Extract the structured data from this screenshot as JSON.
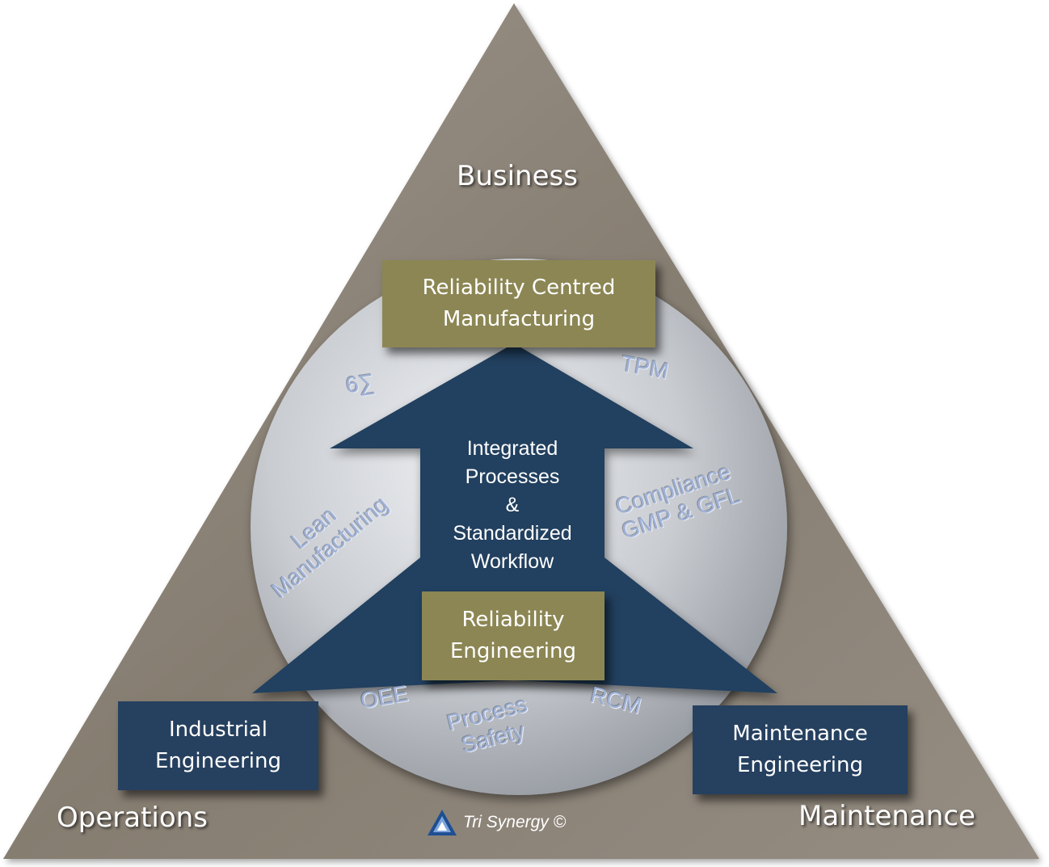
{
  "corners": {
    "top": "Business",
    "left": "Operations",
    "right": "Maintenance"
  },
  "boxes": {
    "rcm": [
      "Reliability Centred",
      "Manufacturing"
    ],
    "reliability_eng": [
      "Reliability",
      "Engineering"
    ],
    "industrial_eng": [
      "Industrial",
      "Engineering"
    ],
    "maintenance_eng": [
      "Maintenance",
      "Engineering"
    ]
  },
  "arrow_text": [
    "Integrated",
    "Processes",
    "&",
    "Standardized",
    "Workflow"
  ],
  "methods": {
    "six_sigma": "6∑",
    "tpm": "TPM",
    "lean": [
      "Lean",
      "Manufacturing"
    ],
    "compliance": [
      "Compliance",
      "GMP & GFL"
    ],
    "oee": "OEE",
    "process_safety": [
      "Process",
      "Safety"
    ],
    "rcm": "RCM"
  },
  "logo": {
    "text": "Tri Synergy ©"
  },
  "colors": {
    "triangle": "#8a8176",
    "disc": "#c5c8cc",
    "arrow": "#24405f",
    "olive_box": "#8c8654",
    "navy_box": "#26405f",
    "method_text": "#9fb1d6"
  }
}
